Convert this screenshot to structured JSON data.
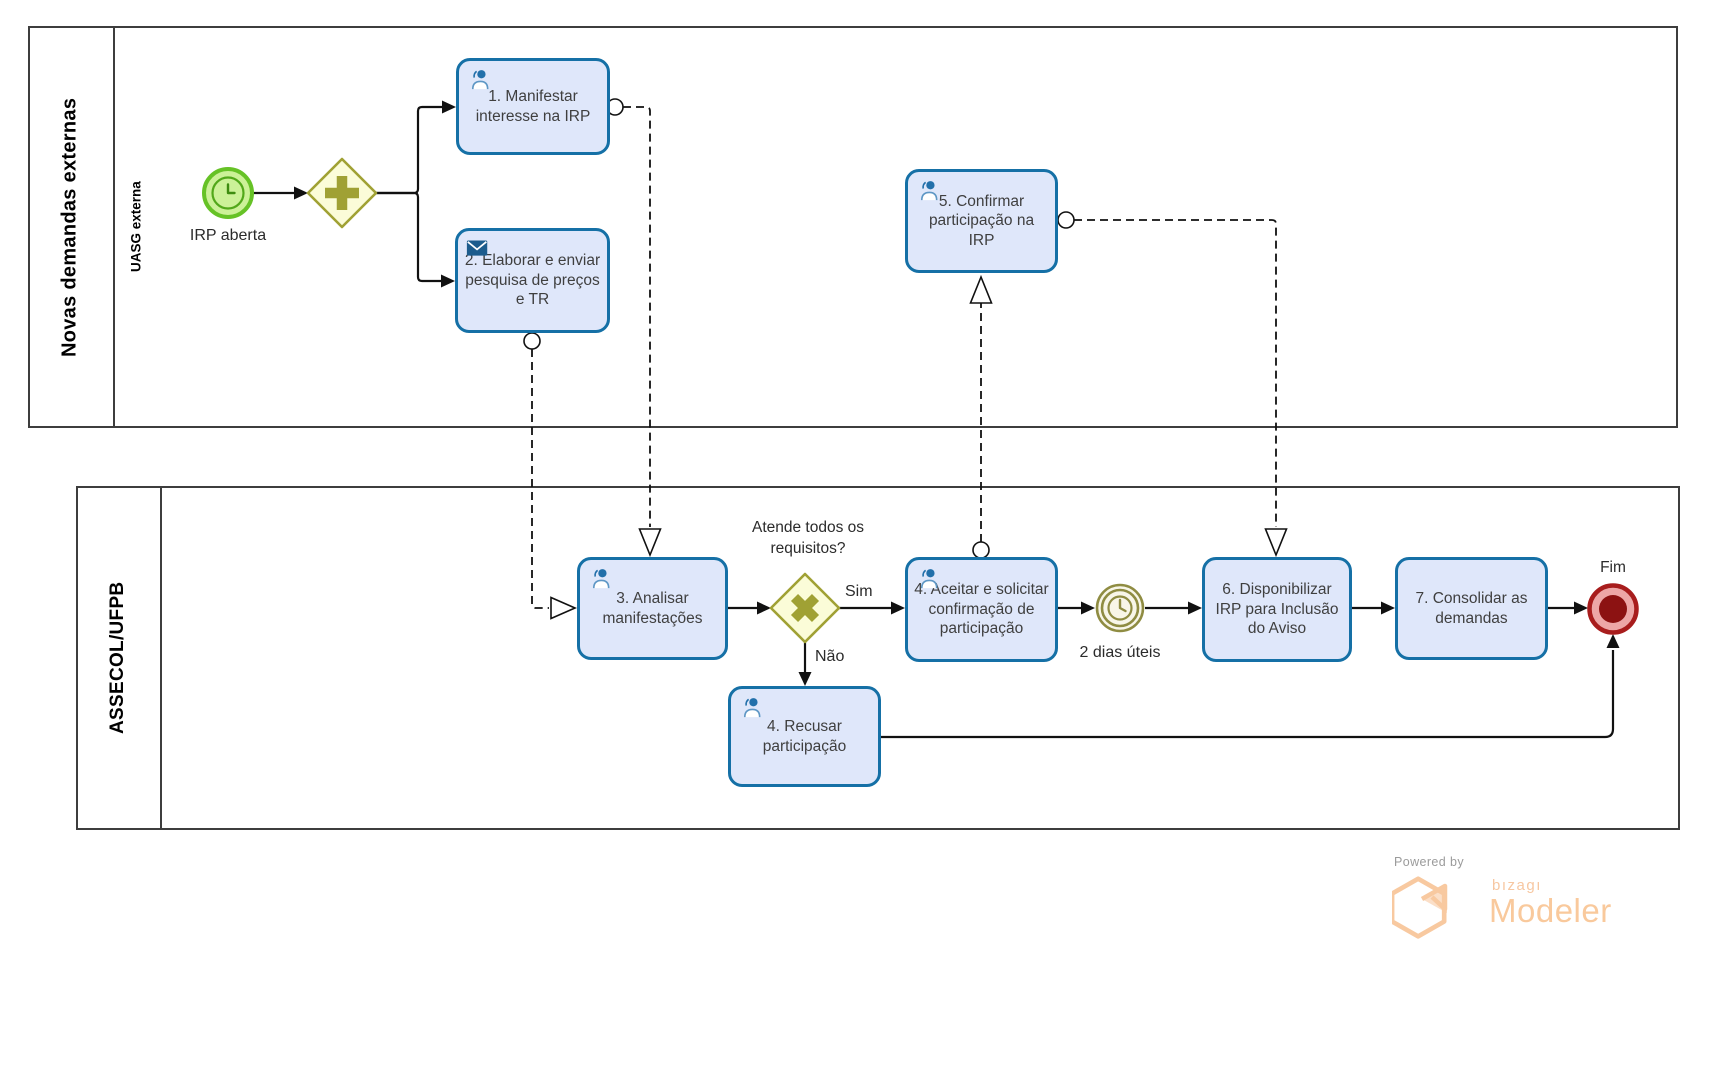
{
  "pools": {
    "external": {
      "name": "Novas demandas externas",
      "lane": "UASG externa"
    },
    "assecol": {
      "name": "ASSECOL/UFPB"
    }
  },
  "nodes": {
    "start_event": {
      "label": "IRP aberta",
      "type": "timer-start"
    },
    "task_manifestar": {
      "label": "1. Manifestar interesse na IRP",
      "icon": "user-icon"
    },
    "task_elaborar": {
      "label": "2. Elaborar e enviar pesquisa de preços e TR",
      "icon": "message-icon"
    },
    "task_confirmar": {
      "label": "5. Confirmar participação na IRP",
      "icon": "user-icon"
    },
    "task_analisar": {
      "label": "3. Analisar manifestações",
      "icon": "user-icon"
    },
    "gateway_requisitos": {
      "label": "Atende todos os requisitos?",
      "label_yes": "Sim",
      "label_no": "Não"
    },
    "task_aceitar": {
      "label": "4. Aceitar e solicitar confirmação de participação",
      "icon": "user-icon"
    },
    "timer_event": {
      "label": "2 dias úteis"
    },
    "task_disponibilizar": {
      "label": "6. Disponibilizar IRP para Inclusão do Aviso"
    },
    "task_consolidar": {
      "label": "7. Consolidar as demandas"
    },
    "task_recusar": {
      "label": "4. Recusar participação",
      "icon": "user-icon"
    },
    "end_event": {
      "label": "Fim"
    }
  },
  "footer": {
    "powered_by": "Powered by",
    "brand": "bızagı",
    "product": "Modeler"
  },
  "colors": {
    "task_fill": "#dfe7fa",
    "task_border": "#1570a6",
    "gateway_fill": "#fbfcd8",
    "gateway_stroke": "#a0a134",
    "start_fill": "#ccf198",
    "start_stroke": "#66c226",
    "timer_stroke": "#8f8c42",
    "timer_fill": "#f8f6e8",
    "end_stroke": "#a81d1d",
    "end_core": "#8c1212",
    "end_ring": "#eda7a7",
    "logo_orange": "#f9c99c"
  }
}
